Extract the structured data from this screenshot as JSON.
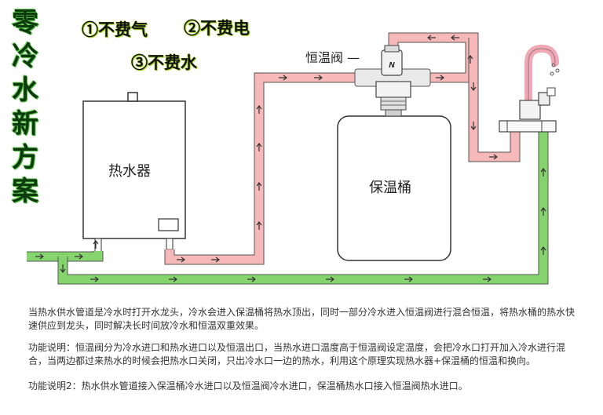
{
  "title_chars": [
    "零",
    "冷",
    "水",
    "新",
    "方",
    "案"
  ],
  "features": [
    "①不费气",
    "②不费电",
    "③不费水"
  ],
  "labels": {
    "heater": "热水器",
    "tank": "保温桶",
    "valve": "恒温阀 —",
    "valve_mark": "N"
  },
  "descriptions": [
    "当热水供水管道是冷水时打开水龙头，冷水会进入保温桶将热水顶出，同时一部分冷水进入恒温阀进行混合恒温，将热水桶的热水快速供应到龙头，同时解决长时间放冷水和恒温双重效果。",
    "功能说明：恒温阀分为冷水进口和热水进口以及恒温出口，当热水进口温度高于恒温阀设定温度，会把冷水口打开加入冷水进行混合，当两边都过来热水的时候会把热水口关闭，只出冷水口一边的热水，利用这个原理实现热水器+保温桶的恒温和换向。",
    "功能说明2：热水供水管道接入保温桶冷水进口以及恒温阀冷水进口，保温桶热水口接入恒温阀热水进口。"
  ],
  "colors": {
    "hot_pipe": "#f6b8b8",
    "cold_pipe": "#86d46e",
    "arrow": "#333333",
    "title": "#0d3a0d"
  }
}
